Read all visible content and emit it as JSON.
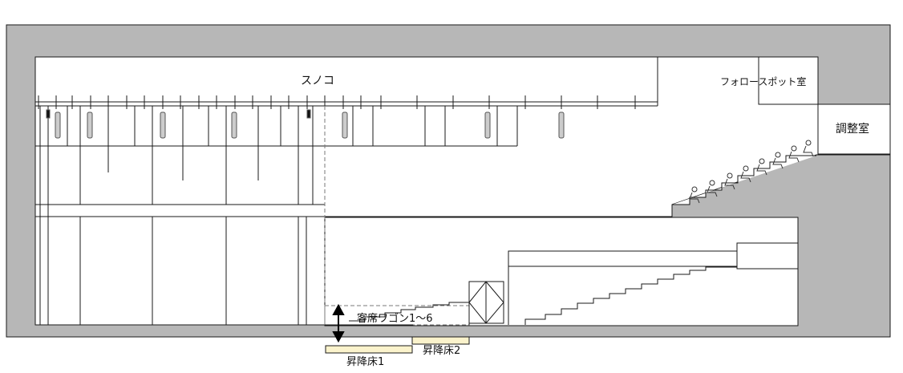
{
  "labels": {
    "grid_deck": "スノコ",
    "follow_spot_room": "フォロースポット室",
    "control_room": "調整室",
    "seat_wagon": "客席ワゴン1～6",
    "lift_1": "昇降床1",
    "lift_2": "昇降床2"
  },
  "colors": {
    "wall_fill": "#b7b7b7",
    "line": "#1a1a1a",
    "lift_fill": "#fbf3cc",
    "dashed": "#7a7a7a"
  }
}
